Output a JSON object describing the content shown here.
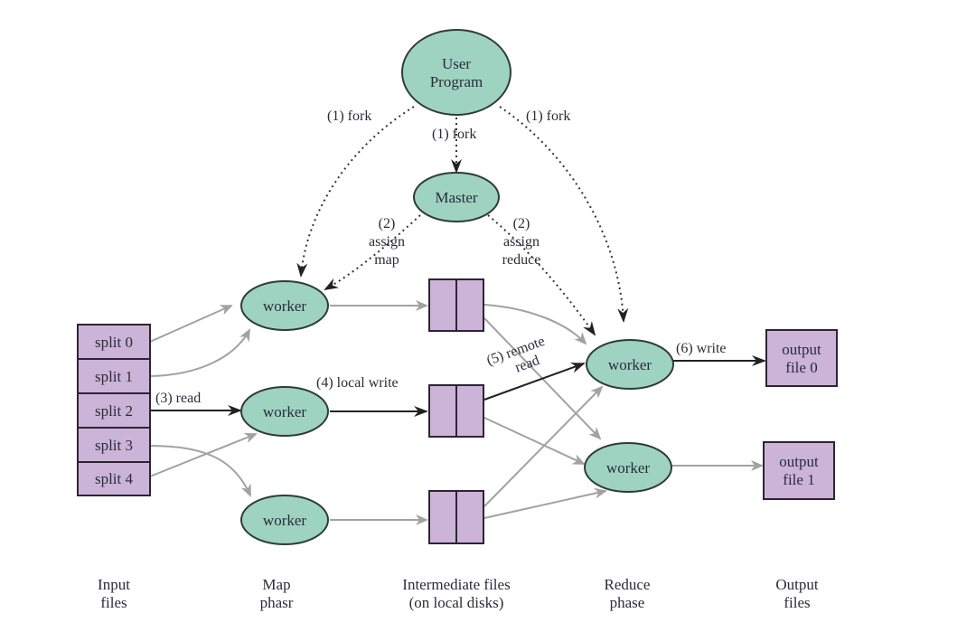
{
  "colors": {
    "node_fill": "#9fd3c1",
    "file_fill": "#cbb4d8",
    "gray_arrow": "#a2a2a2",
    "dark_arrow": "#222222"
  },
  "nodes": {
    "user_program": [
      "User",
      "Program"
    ],
    "master": "Master",
    "map_workers": [
      "worker",
      "worker",
      "worker"
    ],
    "reduce_workers": [
      "worker",
      "worker"
    ]
  },
  "input_splits": [
    "split 0",
    "split 1",
    "split 2",
    "split 3",
    "split 4"
  ],
  "output_files": [
    [
      "output",
      "file 0"
    ],
    [
      "output",
      "file 1"
    ]
  ],
  "edge_labels": {
    "fork_left": "(1) fork",
    "fork_center": "(1) fork",
    "fork_right": "(1) fork",
    "assign_map": [
      "(2)",
      "assign",
      "map"
    ],
    "assign_reduce": [
      "(2)",
      "assign",
      "reduce"
    ],
    "read": "(3) read",
    "local_write": "(4) local write",
    "remote_read": [
      "(5) remote",
      "read"
    ],
    "write": "(6) write"
  },
  "captions": [
    [
      "Input",
      "files"
    ],
    [
      "Map",
      "phasr"
    ],
    [
      "Intermediate files",
      "(on local disks)"
    ],
    [
      "Reduce",
      "phase"
    ],
    [
      "Output",
      "files"
    ]
  ]
}
